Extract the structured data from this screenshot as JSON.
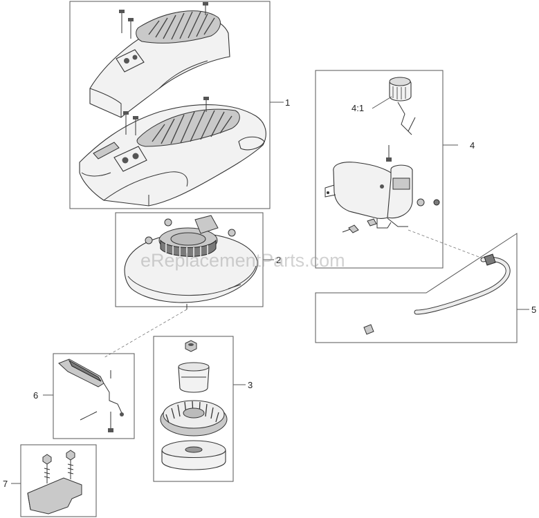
{
  "watermark": "eReplacementParts.com",
  "callouts": {
    "c1": "1",
    "c2": "2",
    "c3": "3",
    "c4": "4",
    "c4_1": "4:1",
    "c5": "5",
    "c6": "6",
    "c7": "7"
  },
  "parts": {
    "p1": "blower-housing-shroud-icon",
    "p2": "recoil-starter-icon",
    "p3": "flywheel-assembly-icon",
    "p4": "fuel-tank-icon",
    "p4_1": "fuel-cap-icon",
    "p5": "fuel-line-icon",
    "p6": "throttle-bracket-icon",
    "p7": "cover-plate-icon"
  }
}
